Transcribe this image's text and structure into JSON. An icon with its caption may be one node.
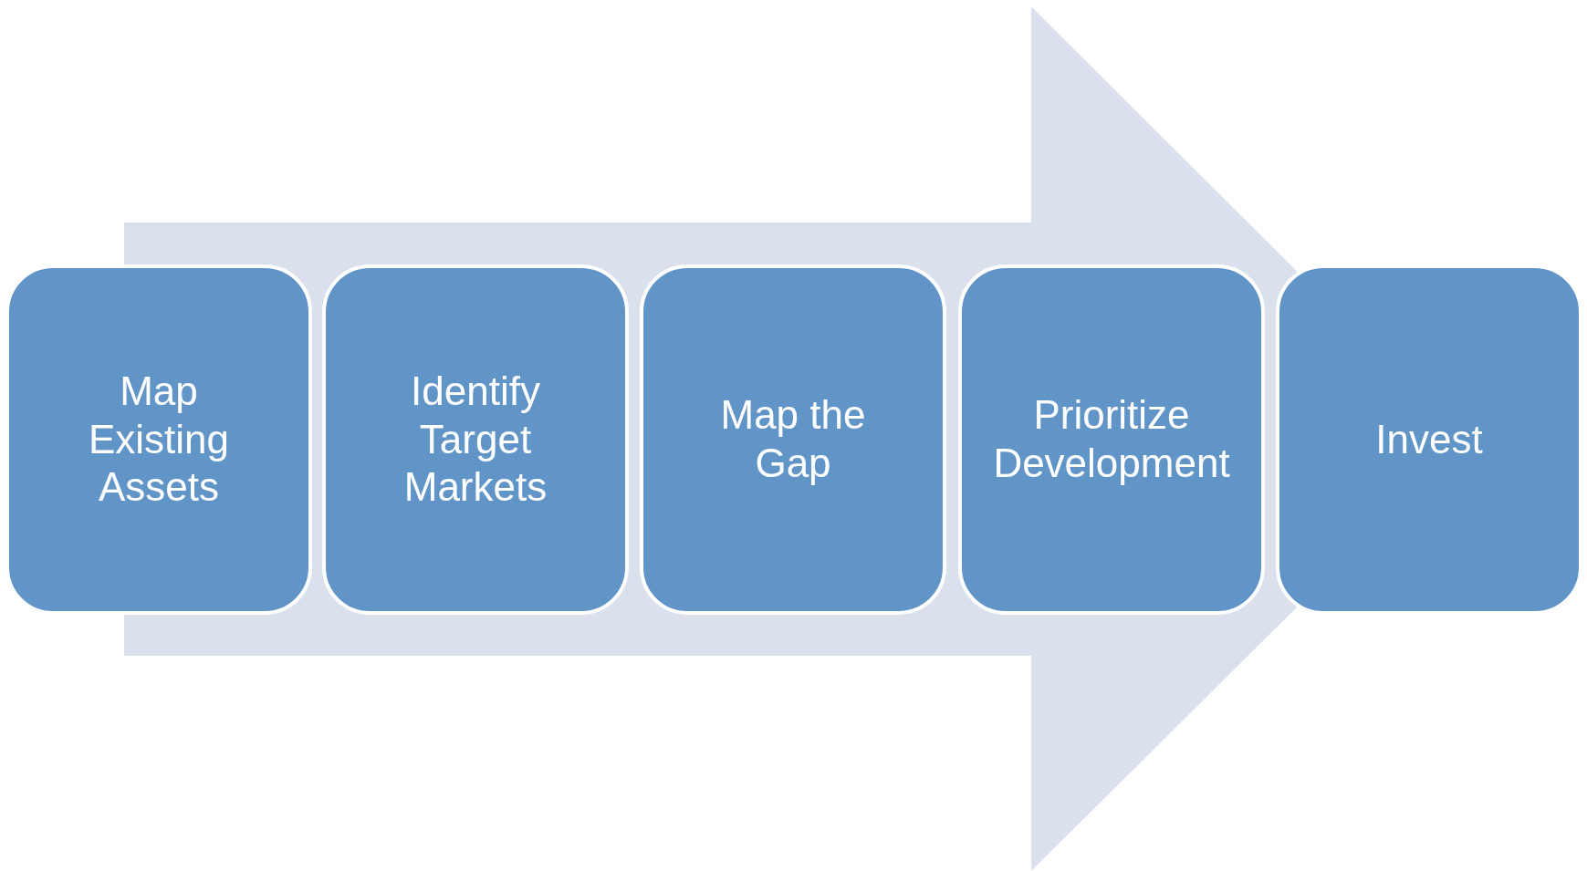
{
  "diagram": {
    "nodes": [
      {
        "text": [
          "Map Existing Assets"
        ]
      },
      {
        "text": [
          "Identify Target Markets"
        ]
      },
      {
        "text": [
          "Map the Gap"
        ]
      },
      {
        "text": [
          "Prioritize Development"
        ]
      },
      {
        "text": [
          "Invest"
        ]
      }
    ],
    "edges": [
      {
        "from": 0,
        "to": 4,
        "arrow": "to"
      }
    ]
  }
}
